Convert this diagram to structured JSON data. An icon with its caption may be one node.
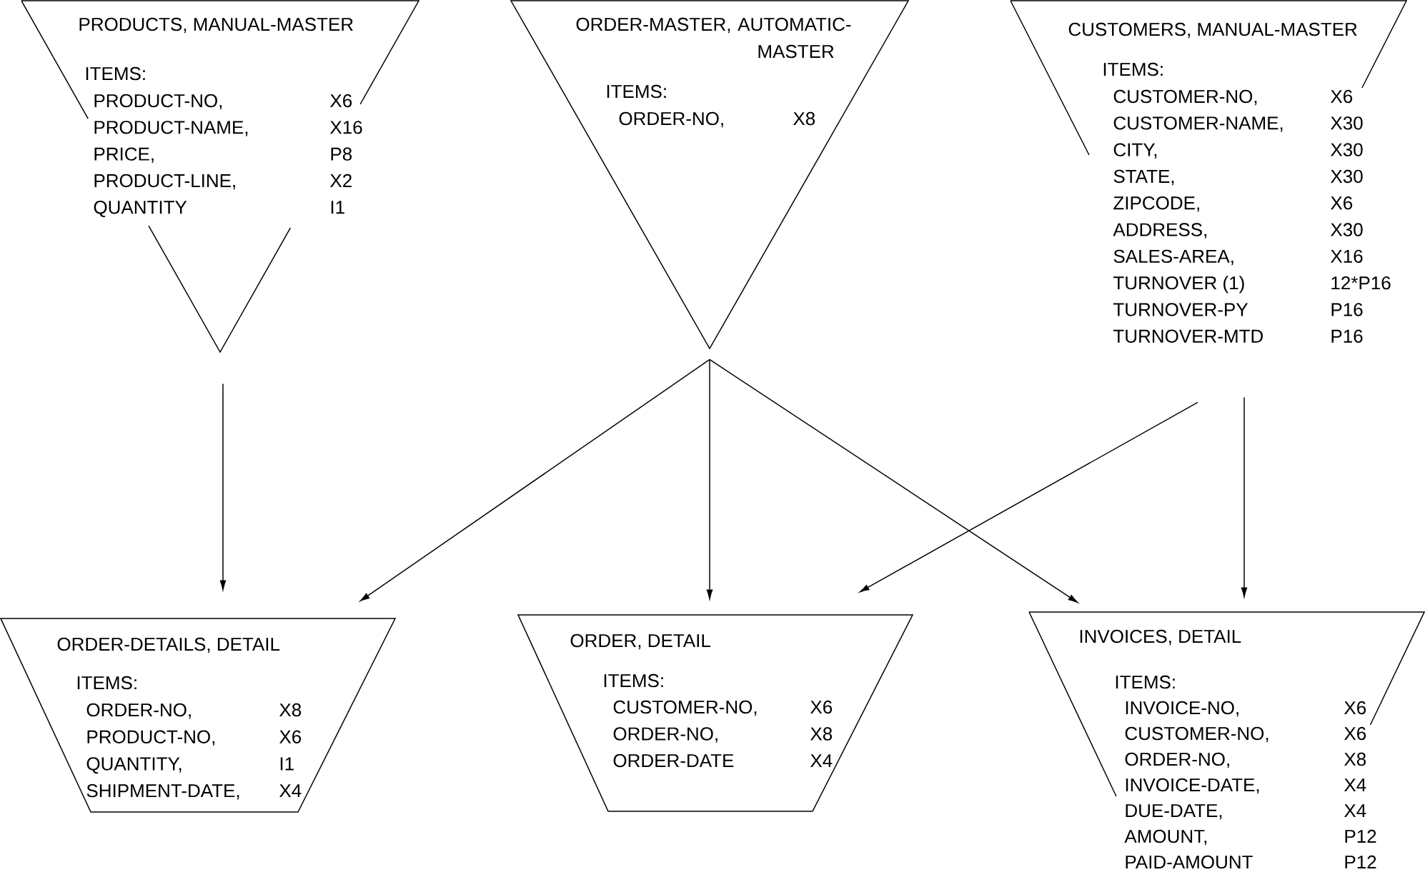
{
  "diagram": {
    "nodes": [
      {
        "text": [
          "PRODUCTS, MANUAL-MASTER",
          "ITEMS:",
          "PRODUCT-NO,",
          "X6",
          "PRODUCT-NAME,",
          "X16",
          "PRICE,",
          "P8",
          "PRODUCT-LINE,",
          "X2",
          "QUANTITY",
          "I1"
        ]
      },
      {
        "text": [
          "ORDER-MASTER, AUTOMATIC-MASTER",
          "ITEMS:",
          "ORDER-NO,",
          "X8"
        ]
      },
      {
        "text": [
          "CUSTOMERS, MANUAL-MASTER",
          "ITEMS:",
          "CUSTOMER-NO,",
          "X6",
          "CUSTOMER-NAME,",
          "X30",
          "CITY,",
          "X30",
          "STATE,",
          "X30",
          "ZIPCODE,",
          "X6",
          "ADDRESS,",
          "X30",
          "SALES-AREA,",
          "X16",
          "TURNOVER (1)",
          "12*P16",
          "TURNOVER-PY",
          "P16",
          "TURNOVER-MTD",
          "P16"
        ]
      },
      {
        "text": [
          "ORDER-DETAILS, DETAIL",
          "ITEMS:",
          "ORDER-NO,",
          "X8",
          "PRODUCT-NO,",
          "X6",
          "QUANTITY,",
          "I1",
          "SHIPMENT-DATE,",
          "X4"
        ]
      },
      {
        "text": [
          "ORDER, DETAIL",
          "ITEMS:",
          "CUSTOMER-NO,",
          "X6",
          "ORDER-NO,",
          "X8",
          "ORDER-DATE",
          "X4"
        ]
      },
      {
        "text": [
          "INVOICES, DETAIL",
          "ITEMS:",
          "INVOICE-NO,",
          "X6",
          "CUSTOMER-NO,",
          "X6",
          "ORDER-NO,",
          "X8",
          "INVOICE-DATE,",
          "X4",
          "DUE-DATE,",
          "X4",
          "AMOUNT,",
          "P12",
          "PAID-AMOUNT",
          "P12"
        ]
      }
    ],
    "edges": [
      {
        "from": 0,
        "to": 3,
        "arrow": "to"
      },
      {
        "from": 1,
        "to": 3,
        "arrow": "to"
      },
      {
        "from": 1,
        "to": 4,
        "arrow": "to"
      },
      {
        "from": 1,
        "to": 5,
        "arrow": "to"
      },
      {
        "from": 2,
        "to": 4,
        "arrow": "to"
      },
      {
        "from": 2,
        "to": 5,
        "arrow": "to"
      }
    ]
  }
}
